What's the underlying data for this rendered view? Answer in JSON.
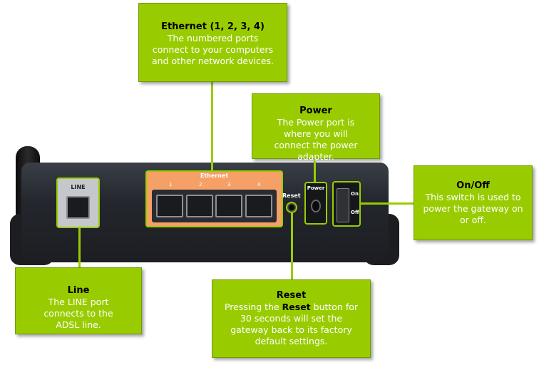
{
  "callouts": {
    "ethernet": {
      "title": "Ethernet (1, 2, 3, 4)",
      "text": "The numbered ports connect to your computers and other network devices."
    },
    "power": {
      "title": "Power",
      "text": "The Power port is where you will connect the power adapter."
    },
    "onoff": {
      "title": "On/Off",
      "text": "This switch is used to power the gateway on or off."
    },
    "line": {
      "title": "Line",
      "text": "The LINE port connects to the ADSL line."
    },
    "reset": {
      "title": "Reset",
      "text_before": "Pressing the",
      "text_bold": "Reset",
      "text_after": "button for 30 seconds will set the gateway back to its factory default settings."
    }
  },
  "device_labels": {
    "line": "LINE",
    "ethernet": "Ethernet",
    "ports": [
      "1",
      "2",
      "3",
      "4"
    ],
    "reset": "Reset",
    "power": "Power",
    "on": "On",
    "off": "Off"
  },
  "colors": {
    "callout": "#99cc00",
    "ethernet_panel": "#f4a066",
    "device": "#23262c"
  }
}
